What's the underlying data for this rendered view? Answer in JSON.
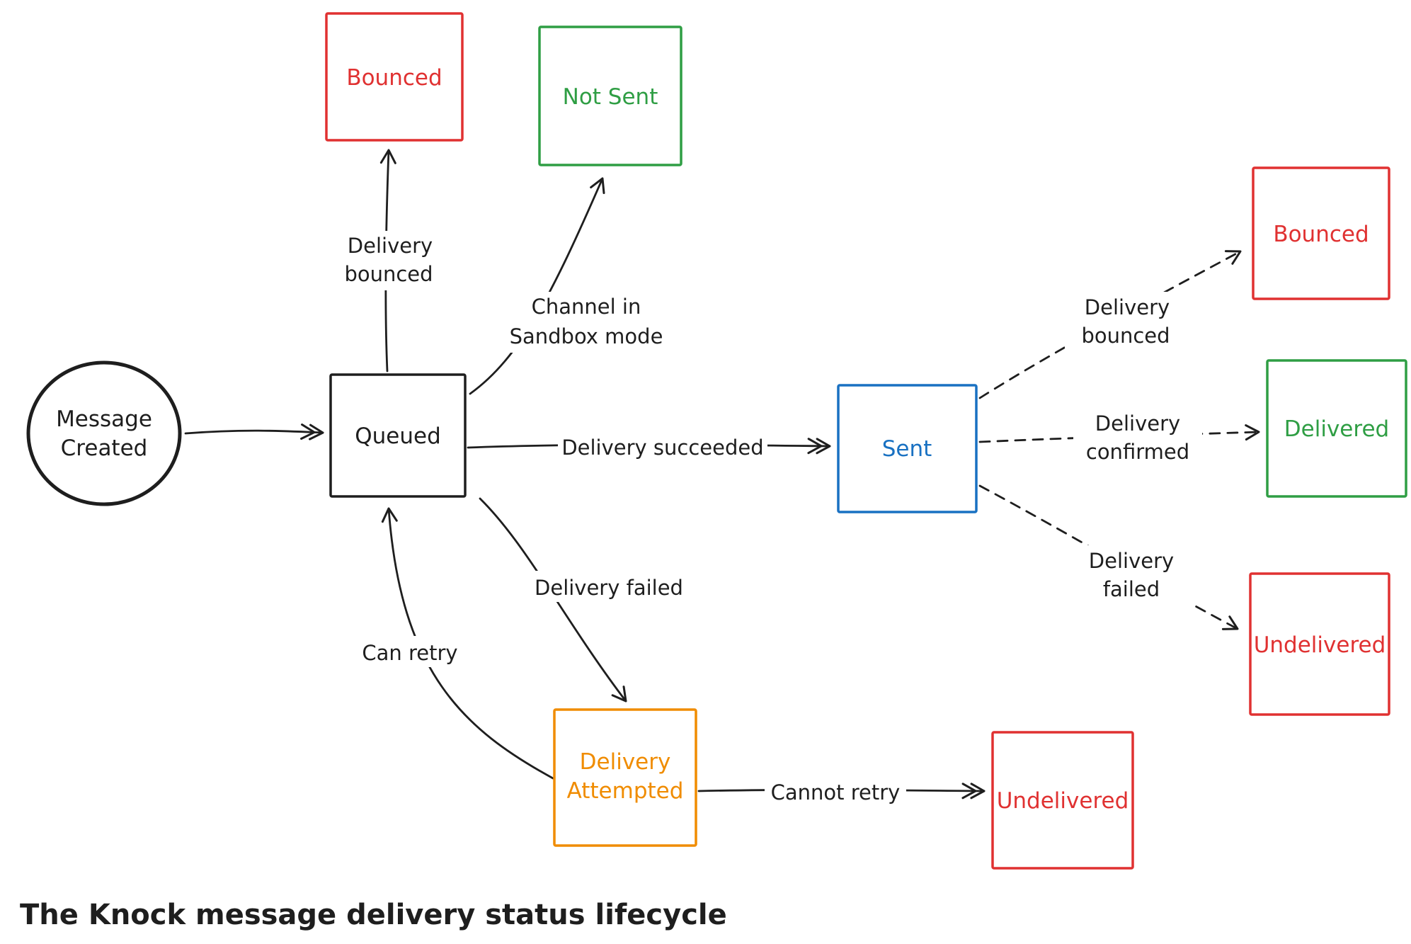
{
  "diagram": {
    "caption": "The Knock message delivery status lifecycle",
    "colors": {
      "ink": "#1e1e1e",
      "red": "#e03131",
      "green": "#2f9e44",
      "blue": "#1971c2",
      "orange": "#f08c00",
      "background": "#ffffff"
    },
    "nodes": {
      "message_created": {
        "line1": "Message",
        "line2": "Created"
      },
      "queued": {
        "label": "Queued"
      },
      "bounced_top": {
        "label": "Bounced"
      },
      "not_sent": {
        "label": "Not Sent"
      },
      "sent": {
        "label": "Sent"
      },
      "delivery_attempted": {
        "line1": "Delivery",
        "line2": "Attempted"
      },
      "undelivered_bottom": {
        "label": "Undelivered"
      },
      "bounced_right": {
        "label": "Bounced"
      },
      "delivered": {
        "label": "Delivered"
      },
      "undelivered_right": {
        "label": "Undelivered"
      }
    },
    "edges": {
      "queued_to_bounced": {
        "line1": "Delivery",
        "line2": "bounced"
      },
      "queued_to_not_sent": {
        "line1": "Channel in",
        "line2": "Sandbox mode"
      },
      "queued_to_sent": {
        "label": "Delivery succeeded"
      },
      "queued_to_attempted": {
        "label": "Delivery failed"
      },
      "attempted_to_queued": {
        "label": "Can retry"
      },
      "attempted_to_undelivered": {
        "label": "Cannot retry"
      },
      "sent_to_bounced": {
        "line1": "Delivery",
        "line2": "bounced"
      },
      "sent_to_delivered": {
        "line1": "Delivery",
        "line2": "confirmed"
      },
      "sent_to_undelivered": {
        "line1": "Delivery",
        "line2": "failed"
      }
    }
  }
}
